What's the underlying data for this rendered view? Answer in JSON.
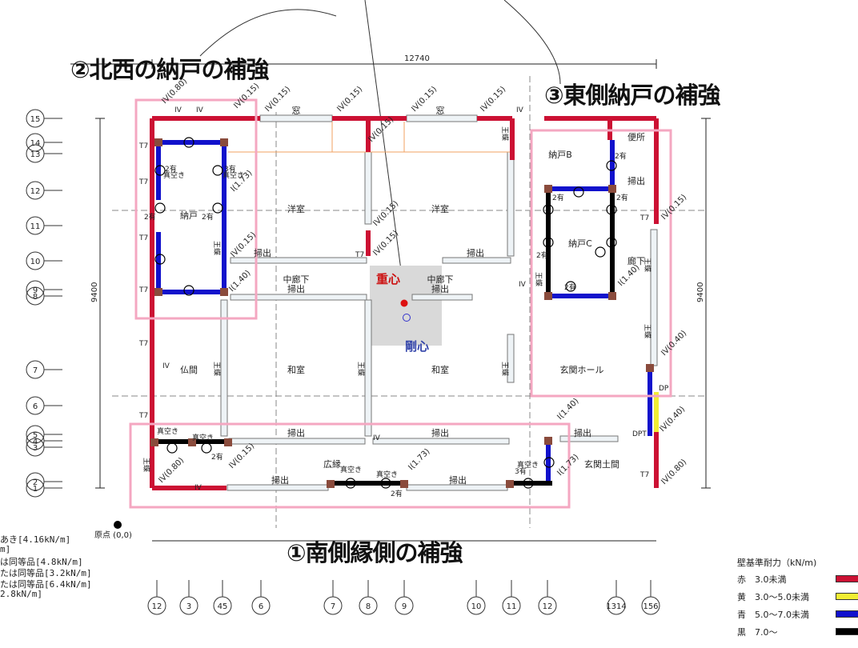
{
  "callouts": {
    "northwest": "②北西の納戸の補強",
    "east": "③東側納戸の補強",
    "south": "①南側縁側の補強"
  },
  "centers": {
    "gravity": "重心",
    "rigidity": "剛心"
  },
  "dimensions": {
    "top": "12740",
    "left": "9400",
    "right": "9400"
  },
  "origin_label": "原点 (0,0)",
  "rooms": {
    "nando": "納戸",
    "yoshitsu_1": "洋室",
    "yoshitsu_2": "洋室",
    "nando_b": "納戸B",
    "nando_c": "納戸C",
    "benjo": "便所",
    "roka": "廊下",
    "nakaroka_1": "中廊下",
    "nakaroka_2": "中廊下",
    "butsuma": "仏間",
    "washitsu_1": "和室",
    "washitsu_2": "和室",
    "genkan_hall": "玄関ホール",
    "hiroen": "広縁",
    "genkan_doma": "玄関土間"
  },
  "openings": {
    "mado_1": "窓",
    "mado_2": "窓",
    "hakidashi_1": "掃出",
    "hakidashi_2": "掃出",
    "hakidashi_3": "掃出",
    "hakidashi_4": "掃出",
    "hakidashi_5": "掃出",
    "hakidashi_6": "掃出",
    "hakidashi_7": "掃出",
    "hakidashi_8": "掃出",
    "hakidashi_9": "掃出",
    "hakidashi_10": "掃出"
  },
  "row_labels": [
    "15",
    "14",
    "13",
    "12",
    "11",
    "10",
    "9",
    "8",
    "7",
    "6",
    "5",
    "4",
    "3",
    "2",
    "1"
  ],
  "col_labels": [
    "12",
    "3",
    "45",
    "6",
    "7",
    "8",
    "9",
    "10",
    "11",
    "12",
    "1314",
    "156"
  ],
  "wall_labels": {
    "iv015": "IV(0.15)",
    "iv080": "IV(0.80)",
    "iv040": "IV(0.40)",
    "i173": "I(1.73)",
    "i140": "I(1.40)",
    "iv": "IV",
    "t7": "T7",
    "dp": "DP",
    "dpt": "DPT",
    "yu2": "2有",
    "yu3": "3有",
    "aki": "真空き"
  },
  "left_legend": [
    "あき[4.16kN/m]",
    "m]",
    "は同等品[4.8kN/m]",
    "たは同等品[3.2kN/m]",
    "たは同等品[6.4kN/m]",
    "2.8kN/m]"
  ],
  "legend": {
    "title": "壁基準耐力（kN/m)",
    "rows": [
      {
        "label": "赤　3.0未満",
        "color": "#cc1133"
      },
      {
        "label": "黄　3.0〜5.0未満",
        "color": "#f2ee33"
      },
      {
        "label": "青　5.0〜7.0未満",
        "color": "#1111cc"
      },
      {
        "label": "黒　7.0〜",
        "color": "#000000"
      }
    ]
  },
  "colors": {
    "red_wall": "#cc1133",
    "blue_wall": "#1111cc",
    "black_wall": "#000000",
    "yellow_wall": "#f2ee33",
    "highlight_box": "#f4a7c1",
    "post": "#8a4b3c",
    "rigidity_zone": "#d9d9d9"
  }
}
